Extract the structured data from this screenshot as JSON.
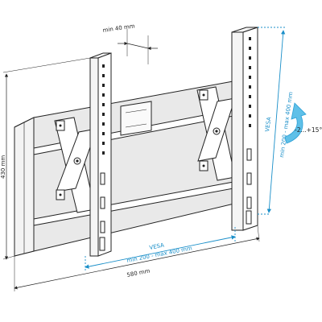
{
  "dimensions": {
    "min_depth": "min 40 mm",
    "height": "430 mm",
    "width": "580 mm",
    "vesa_horizontal_title": "VESA",
    "vesa_horizontal_range": "min 200 - max 400 mm",
    "vesa_vertical_title": "VESA",
    "vesa_vertical_range": "min 200 - max 400 mm",
    "tilt": "-2...+15°"
  },
  "colors": {
    "vesa": "#1a8fc9",
    "tilt_arrow": "#5fc0e8",
    "line": "#222222",
    "wall_plate": "#e9e9e9"
  },
  "icons": {
    "tilt_indicator": "curved-arrow-icon"
  }
}
